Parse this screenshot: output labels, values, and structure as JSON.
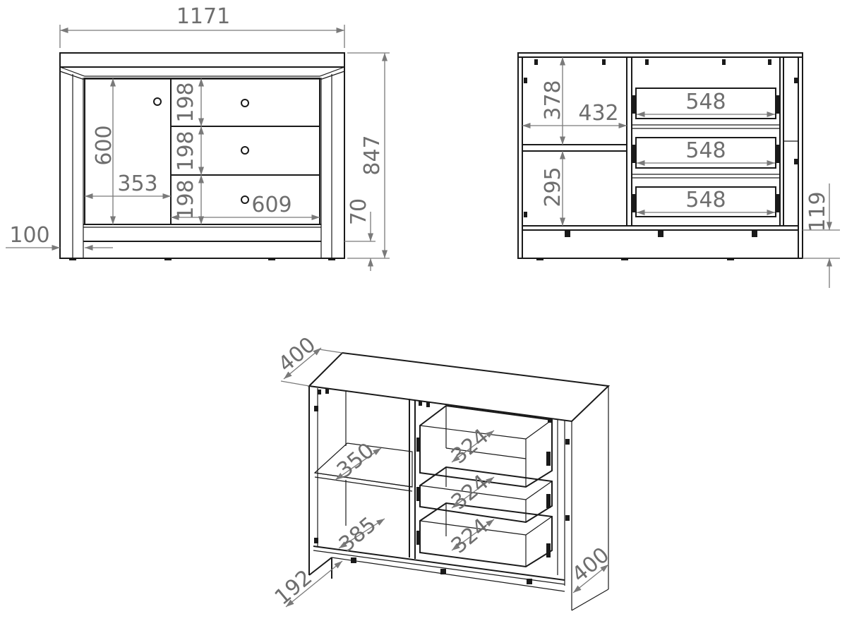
{
  "front_view": {
    "overall_width": "1171",
    "overall_height": "847",
    "door_height": "600",
    "door_width": "353",
    "drawer_height_1": "198",
    "drawer_height_2": "198",
    "drawer_height_3": "198",
    "drawer_width": "609",
    "plinth_height": "70",
    "side_inset": "100"
  },
  "inner_view": {
    "upper_shelf_height": "378",
    "shelf_width": "432",
    "lower_shelf_height": "295",
    "drawer_inner_width_1": "548",
    "drawer_inner_width_2": "548",
    "drawer_inner_width_3": "548",
    "leg_height": "119"
  },
  "iso_view": {
    "top_depth": "400",
    "side_depth": "400",
    "upper_shelf_depth": "350",
    "lower_shelf_depth": "385",
    "drawer_depth_1": "324",
    "drawer_depth_2": "324",
    "drawer_depth_3": "324",
    "base_depth": "192"
  }
}
